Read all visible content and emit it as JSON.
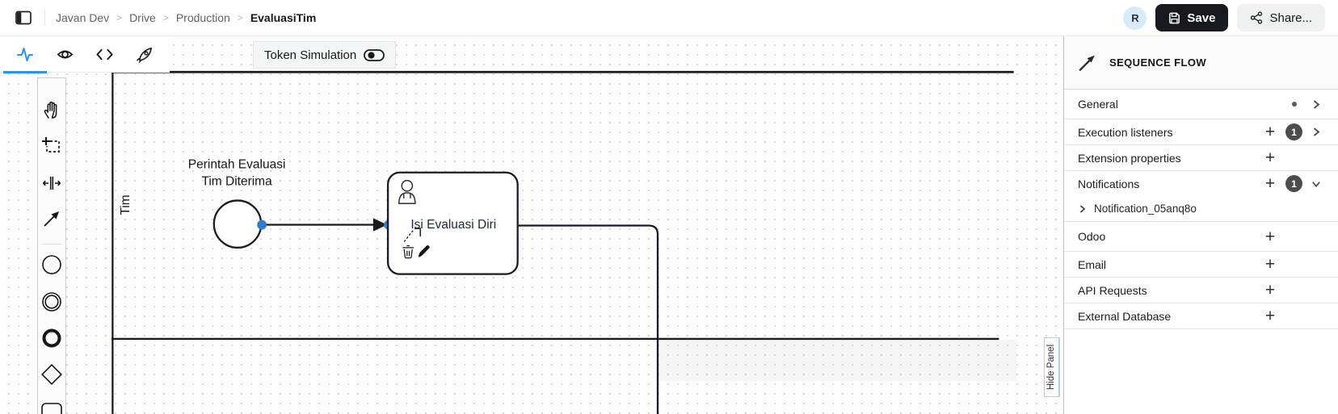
{
  "topbar": {
    "breadcrumb": [
      {
        "label": "Javan Dev"
      },
      {
        "label": "Drive"
      },
      {
        "label": "Production"
      },
      {
        "label": "EvaluasiTim"
      }
    ],
    "breadcrumb_separator": ">",
    "avatar_initial": "R",
    "save_label": "Save",
    "share_label": "Share..."
  },
  "toolbar": {
    "token_simulation_label": "Token Simulation"
  },
  "canvas": {
    "lane_label": "Tim",
    "start_event_label": {
      "line1": "Perintah Evaluasi",
      "line2": "Tim Diterima"
    },
    "task_label": "Isi Evaluasi Diri",
    "hide_panel_label": "Hide Panel"
  },
  "panel": {
    "title": "SEQUENCE FLOW",
    "rows": [
      {
        "label": "General"
      },
      {
        "label": "Execution listeners",
        "badge": "1"
      },
      {
        "label": "Extension properties"
      },
      {
        "label": "Notifications",
        "badge": "1"
      },
      {
        "label": "Odoo"
      },
      {
        "label": "Email"
      },
      {
        "label": "API Requests"
      },
      {
        "label": "External Database"
      }
    ],
    "notifications_item": "Notification_05anq8o"
  },
  "icons": {
    "plus": "+"
  },
  "colors": {
    "accent_blue": "#2196f3",
    "selection_blue": "#2e7fd0",
    "save_button_bg": "#17191e",
    "badge_bg": "#4c4c4c",
    "diagram_stroke": "#191b22"
  }
}
